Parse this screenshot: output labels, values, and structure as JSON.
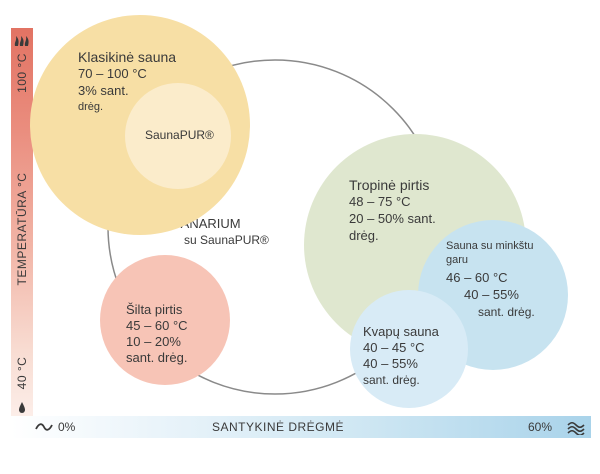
{
  "axes": {
    "temperature_label": "TEMPERATŪRA °C",
    "temp_high": "100 °C",
    "temp_low": "40 °C",
    "humidity_label": "SANTYKINĖ DRĖGMĖ",
    "hum_low": "0%",
    "hum_high": "60%"
  },
  "sanarium": {
    "name": "SANARIUM",
    "sub": "su SaunaPUR®"
  },
  "klasikine": {
    "title": "Klasikinė sauna",
    "temp": "70 – 100 °C",
    "hum": "3% sant.",
    "hum2": "drėg."
  },
  "saunapur": {
    "label": "SaunaPUR®"
  },
  "tropine": {
    "title": "Tropinė pirtis",
    "temp": "48 – 75 °C",
    "hum": "20 – 50% sant.",
    "hum2": "drėg."
  },
  "minkstu_garu": {
    "title1": "Sauna su minkštu",
    "title2": "garu",
    "temp": "46 – 60 °C",
    "hum": "40 – 55%",
    "hum2": "sant. drėg."
  },
  "kvapu": {
    "title": "Kvapų sauna",
    "temp": "40 – 45 °C",
    "hum": "40 – 55%",
    "hum2": "sant. drėg."
  },
  "silta": {
    "title": "Šilta pirtis",
    "temp": "45 – 60 °C",
    "hum": "10 – 20%",
    "hum2": "sant. drėg."
  },
  "colors": {
    "klasikine": "#f7dfa5",
    "saunapur": "#fbeccb",
    "tropine": "#dfe7cf",
    "minkstu_garu": "#c7e3f0",
    "kvapu": "#d8ebf6",
    "silta": "#f7c4b6",
    "temp_axis": "#e27363",
    "hum_axis": "#a9d3ea"
  },
  "icons": [
    "flames-icon",
    "drop-icon",
    "tilde-icon",
    "waves-icon"
  ]
}
